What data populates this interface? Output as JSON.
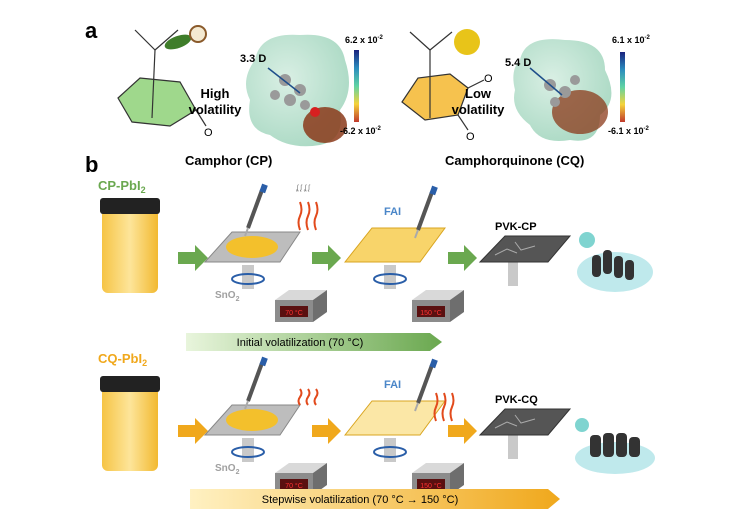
{
  "panel_a": {
    "label": "a",
    "camphor": {
      "name": "Camphor (CP)",
      "volatility_line1": "High",
      "volatility_line2": "volatility",
      "dipole": "3.3 D",
      "scale_max": "6.2 x 10",
      "scale_min": "-6.2 x 10",
      "exp": "-2",
      "oxygen": "O"
    },
    "camphorquinone": {
      "name": "Camphorquinone (CQ)",
      "volatility_line1": "Low",
      "volatility_line2": "volatility",
      "dipole": "5.4 D",
      "scale_max": "6.1 x 10",
      "scale_min": "-6.1 x 10",
      "exp": "-2",
      "oxygen": "O"
    }
  },
  "panel_b": {
    "label": "b",
    "row1": {
      "precursor": "CP-PbI",
      "sub": "2",
      "substrate": "SnO",
      "substrate_sub": "2",
      "temp1": "70 °C",
      "fai": "FAI",
      "temp2": "150 °C",
      "product": "PVK-CP",
      "banner": "Initial volatilization (70 °C)",
      "color": "#6aa84f"
    },
    "row2": {
      "precursor": "CQ-PbI",
      "sub": "2",
      "substrate": "SnO",
      "substrate_sub": "2",
      "temp1": "70 °C",
      "fai": "FAI",
      "temp2": "150 °C",
      "product": "PVK-CQ",
      "banner": "Stepwise volatilization (70 °C → 150 °C)",
      "color": "#f0a81c"
    }
  }
}
